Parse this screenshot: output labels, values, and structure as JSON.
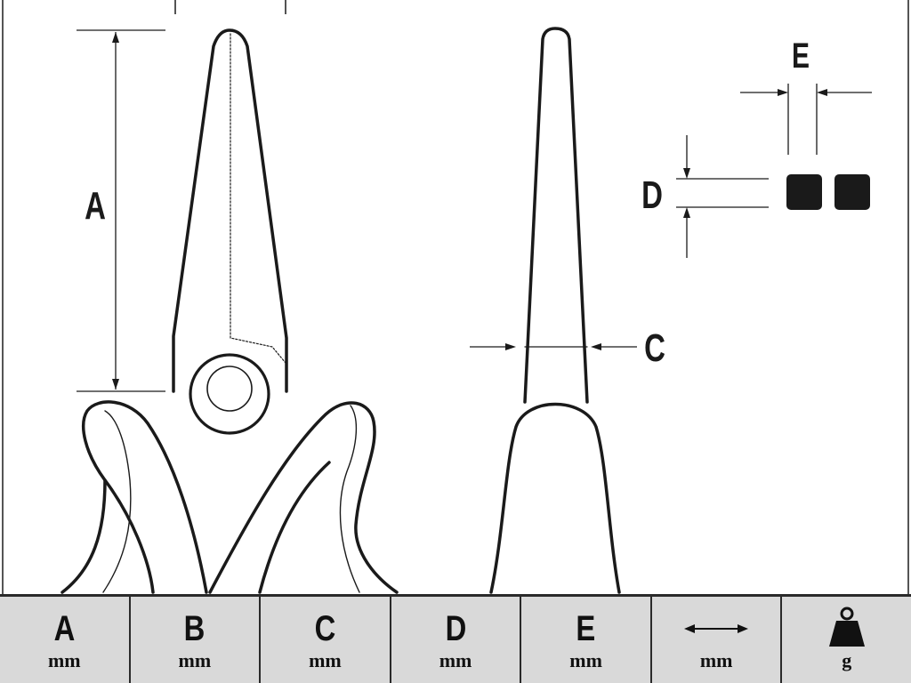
{
  "dimensions": {
    "A": "A",
    "C": "C",
    "D": "D",
    "E": "E"
  },
  "spec_table": {
    "columns": [
      {
        "key": "A",
        "label": "A",
        "unit": "mm",
        "icon": null
      },
      {
        "key": "B",
        "label": "B",
        "unit": "mm",
        "icon": null
      },
      {
        "key": "C",
        "label": "C",
        "unit": "mm",
        "icon": null
      },
      {
        "key": "D",
        "label": "D",
        "unit": "mm",
        "icon": null
      },
      {
        "key": "E",
        "label": "E",
        "unit": "mm",
        "icon": null
      },
      {
        "key": "length",
        "label": "",
        "unit": "mm",
        "icon": "double-arrow-icon"
      },
      {
        "key": "weight",
        "label": "",
        "unit": "g",
        "icon": "weight-icon"
      }
    ]
  },
  "colors": {
    "line": "#1a1a1a",
    "bar_background": "#d9d9d9",
    "jaw_profile_fill": "#1a1a1a"
  }
}
